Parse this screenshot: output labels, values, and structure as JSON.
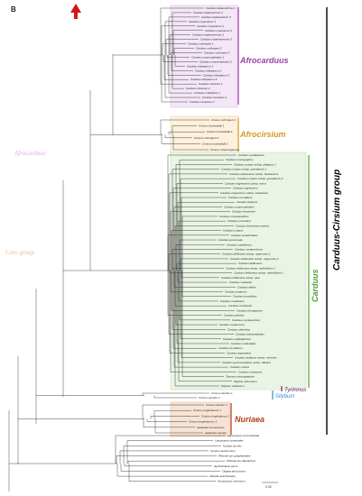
{
  "panel_label": "B",
  "ghost_labels": {
    "afrocarduus_faint": "Afrocarduus",
    "core_faint": "Core group"
  },
  "groups": {
    "afrocarduus": {
      "label": "Afrocarduus",
      "color": "#9b3fa6",
      "fill": "#f3e6f6"
    },
    "afrocirsium": {
      "label": "Afrocirsium",
      "color": "#d29a22",
      "fill": "#fdf0dc"
    },
    "carduus": {
      "label": "Carduus",
      "color": "#4f9f35",
      "fill": "#eaf4e4"
    },
    "silybum": {
      "label": "Silybum",
      "color": "#3a8bd0"
    },
    "tyrimnus": {
      "label": "Tyrimnus",
      "color": "#6b2b7a"
    },
    "nuriaea": {
      "label": "Nuriaea",
      "color": "#b0401a",
      "fill": "#f7e3d4"
    },
    "carduus_cirsium": {
      "label": "Carduus-Cirsium group",
      "color": "#000000"
    }
  },
  "scale_label": "0.02",
  "taxa": [
    "Carduus leptacanthus 1",
    "Carduus leptacanthus 2",
    "Carduus leptacanthus 3",
    "Carduus nyassanus 1",
    "Carduus nyassanus 2",
    "Carduus nyassanus 3",
    "Carduus nawerzorensis 1",
    "Carduus nawerzorensis 2",
    "Carduus schimperi 1",
    "Carduus schimperi 2",
    "Carduus schimperi 3",
    "Carduus macrocephalus 1",
    "Carduus macrocephalus 2",
    "Carduus kilioparum 1",
    "Carduus kilioparum 2",
    "Carduus kilioparum 3",
    "Carduus kilioparum 4",
    "Carduus silvarum 1",
    "Carduus silvarum 2",
    "Carduus millefolius 1",
    "Carduus kenianus 1",
    "Carduus kenianus 2",
    "Cirsium schimperi 1",
    "Cirsium buchwaldii 1",
    "Cirsium buchwaldii 2",
    "Cirsium schimperi 2",
    "Cirsium buchwaldii 3",
    "Cirsium straminispinum",
    "Carduus sardaeanus",
    "Carduus mesograptus",
    "Carduus nutans subsp. platypus 1",
    "Carduus nutans subsp. grandensis 1",
    "Carduus kasbanicus subsp. kasbanicus",
    "Carduus nutans subsp. grandensis 2",
    "Carduus nigrescens subsp. assoi",
    "Carduus nigrescens",
    "Carduus nigrescens subsp. vivariensis",
    "Carduus numidicus",
    "Carduus tiluqnus",
    "Carduus macrocephalus",
    "Carduus thoermeri",
    "Carduus chrysacanthus",
    "Carduus uncinatus",
    "Carduus hamulosus hystrix",
    "Carduus crispus",
    "Carduus acanthoides",
    "Carduus personata",
    "Carduus carpetanus",
    "Carduus sempervirens",
    "Carduus defloratus subsp. argemone 1",
    "Carduus defloratus subsp. argemone 2",
    "Carduus defloratus",
    "Carduus defloratus subsp. carlinifolius 1",
    "Carduus defloratus subsp. carlinifolius 2",
    "Carduus defloratus subsp. paui",
    "Carduus carduelis",
    "Carduus affinis",
    "Carduus asperrus",
    "Carduus tenuifolius",
    "Carduus candicans",
    "Carduus martinezii",
    "Carduus bourgeanus",
    "Carduus getulus",
    "Carduus myriacanthus",
    "Carduus squarrosus",
    "Carduus cilessifus",
    "Carduus baeocephalus",
    "Carduus cephalanthus",
    "Carduus carlinoides",
    "Carduus tenuiflorus",
    "Carduus argentatus",
    "Carduus arabicus subsp. sinensis",
    "Carduus pycnocephalus subsp. albidus",
    "Carduus stricta",
    "Carduus vineaceus",
    "Tyrimnus leucographus",
    "Silybum eburneum",
    "Silybum marianum",
    "Cirsium dender 1",
    "Cirsium dender 2",
    "Cirsium dender 3",
    "Cirsium englerianum 1",
    "Cirsium englerianum 2",
    "Cirsium englerianum 3",
    "Galactites tomentosus",
    "Galactites duriaei",
    "Lamyropsis microcephala",
    "Lamyropsis cynaroides",
    "Cynara humilis",
    "Cynara cardunculus",
    "Ptilostemon gnaphaloides",
    "Ptilostemon diacanthus",
    "Synthichlaxis tenus",
    "Olgaea pecti prima",
    "Alfredia acantholepis",
    "Onopordum nervosum"
  ]
}
